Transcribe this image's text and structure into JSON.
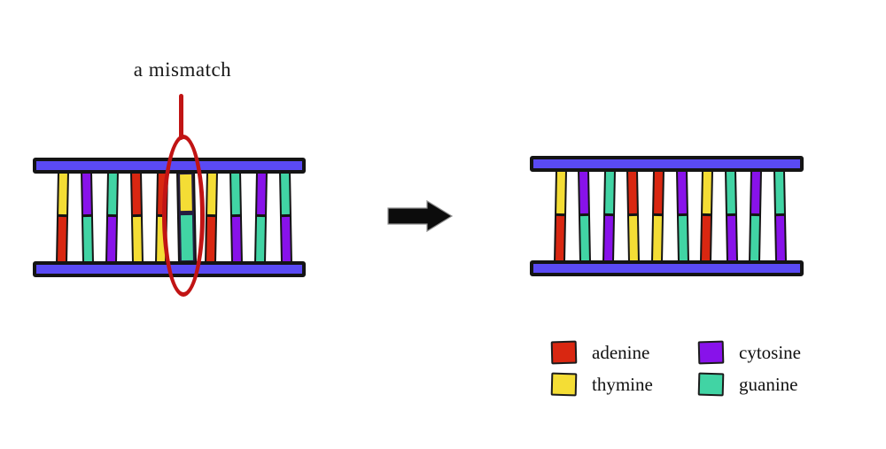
{
  "diagram": {
    "annotation": {
      "label": "a mismatch"
    },
    "colors": {
      "adenine": "#d92711",
      "thymine": "#f4dd35",
      "cytosine": "#8812ea",
      "guanine": "#41d4a4",
      "backbone": "#5a4af4",
      "outline": "#141414",
      "annotation_red": "#c11414",
      "mismatch_panel": "#251d40",
      "arrow_black": "#0c0c0c"
    },
    "ladders": {
      "before": {
        "name": "dna-with-mismatch",
        "rungs": [
          {
            "top": "thymine",
            "bottom": "adenine"
          },
          {
            "top": "cytosine",
            "bottom": "guanine"
          },
          {
            "top": "guanine",
            "bottom": "cytosine"
          },
          {
            "top": "adenine",
            "bottom": "thymine"
          },
          {
            "top": "adenine",
            "bottom": "thymine"
          },
          {
            "top": "thymine",
            "bottom": "guanine",
            "mismatch": true
          },
          {
            "top": "thymine",
            "bottom": "adenine"
          },
          {
            "top": "guanine",
            "bottom": "cytosine"
          },
          {
            "top": "cytosine",
            "bottom": "guanine"
          },
          {
            "top": "guanine",
            "bottom": "cytosine"
          }
        ]
      },
      "after": {
        "name": "dna-repaired",
        "rungs": [
          {
            "top": "thymine",
            "bottom": "adenine"
          },
          {
            "top": "cytosine",
            "bottom": "guanine"
          },
          {
            "top": "guanine",
            "bottom": "cytosine"
          },
          {
            "top": "adenine",
            "bottom": "thymine"
          },
          {
            "top": "adenine",
            "bottom": "thymine"
          },
          {
            "top": "cytosine",
            "bottom": "guanine"
          },
          {
            "top": "thymine",
            "bottom": "adenine"
          },
          {
            "top": "guanine",
            "bottom": "cytosine"
          },
          {
            "top": "cytosine",
            "bottom": "guanine"
          },
          {
            "top": "guanine",
            "bottom": "cytosine"
          }
        ]
      }
    },
    "legend": {
      "items": [
        {
          "label": "adenine",
          "color_key": "adenine"
        },
        {
          "label": "thymine",
          "color_key": "thymine"
        },
        {
          "label": "cytosine",
          "color_key": "cytosine"
        },
        {
          "label": "guanine",
          "color_key": "guanine"
        }
      ]
    }
  }
}
